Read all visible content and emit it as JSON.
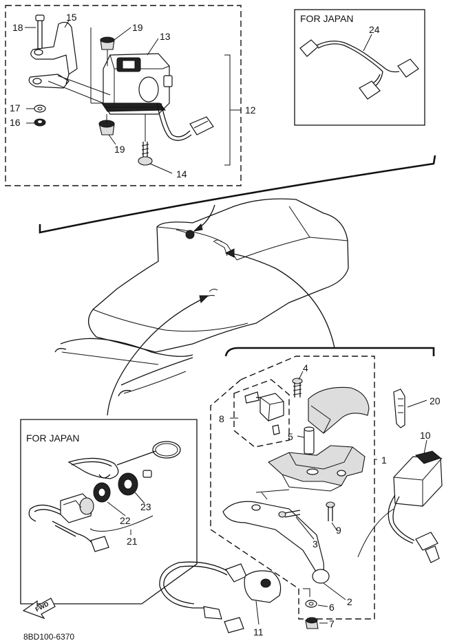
{
  "diagram_code": "8BD100-6370",
  "fwd_label": "FWD",
  "panels": {
    "japan_top": "FOR JAPAN",
    "japan_bottom": "FOR JAPAN"
  },
  "callouts": {
    "c1": "1",
    "c2": "2",
    "c3": "3",
    "c4": "4",
    "c5": "5",
    "c6": "6",
    "c7": "7",
    "c8": "8",
    "c9": "9",
    "c10": "10",
    "c11": "11",
    "c12": "12",
    "c13": "13",
    "c14": "14",
    "c15": "15",
    "c16": "16",
    "c17": "17",
    "c18": "18",
    "c19a": "19",
    "c19b": "19",
    "c20": "20",
    "c21": "21",
    "c22": "22",
    "c23": "23",
    "c24": "24"
  }
}
